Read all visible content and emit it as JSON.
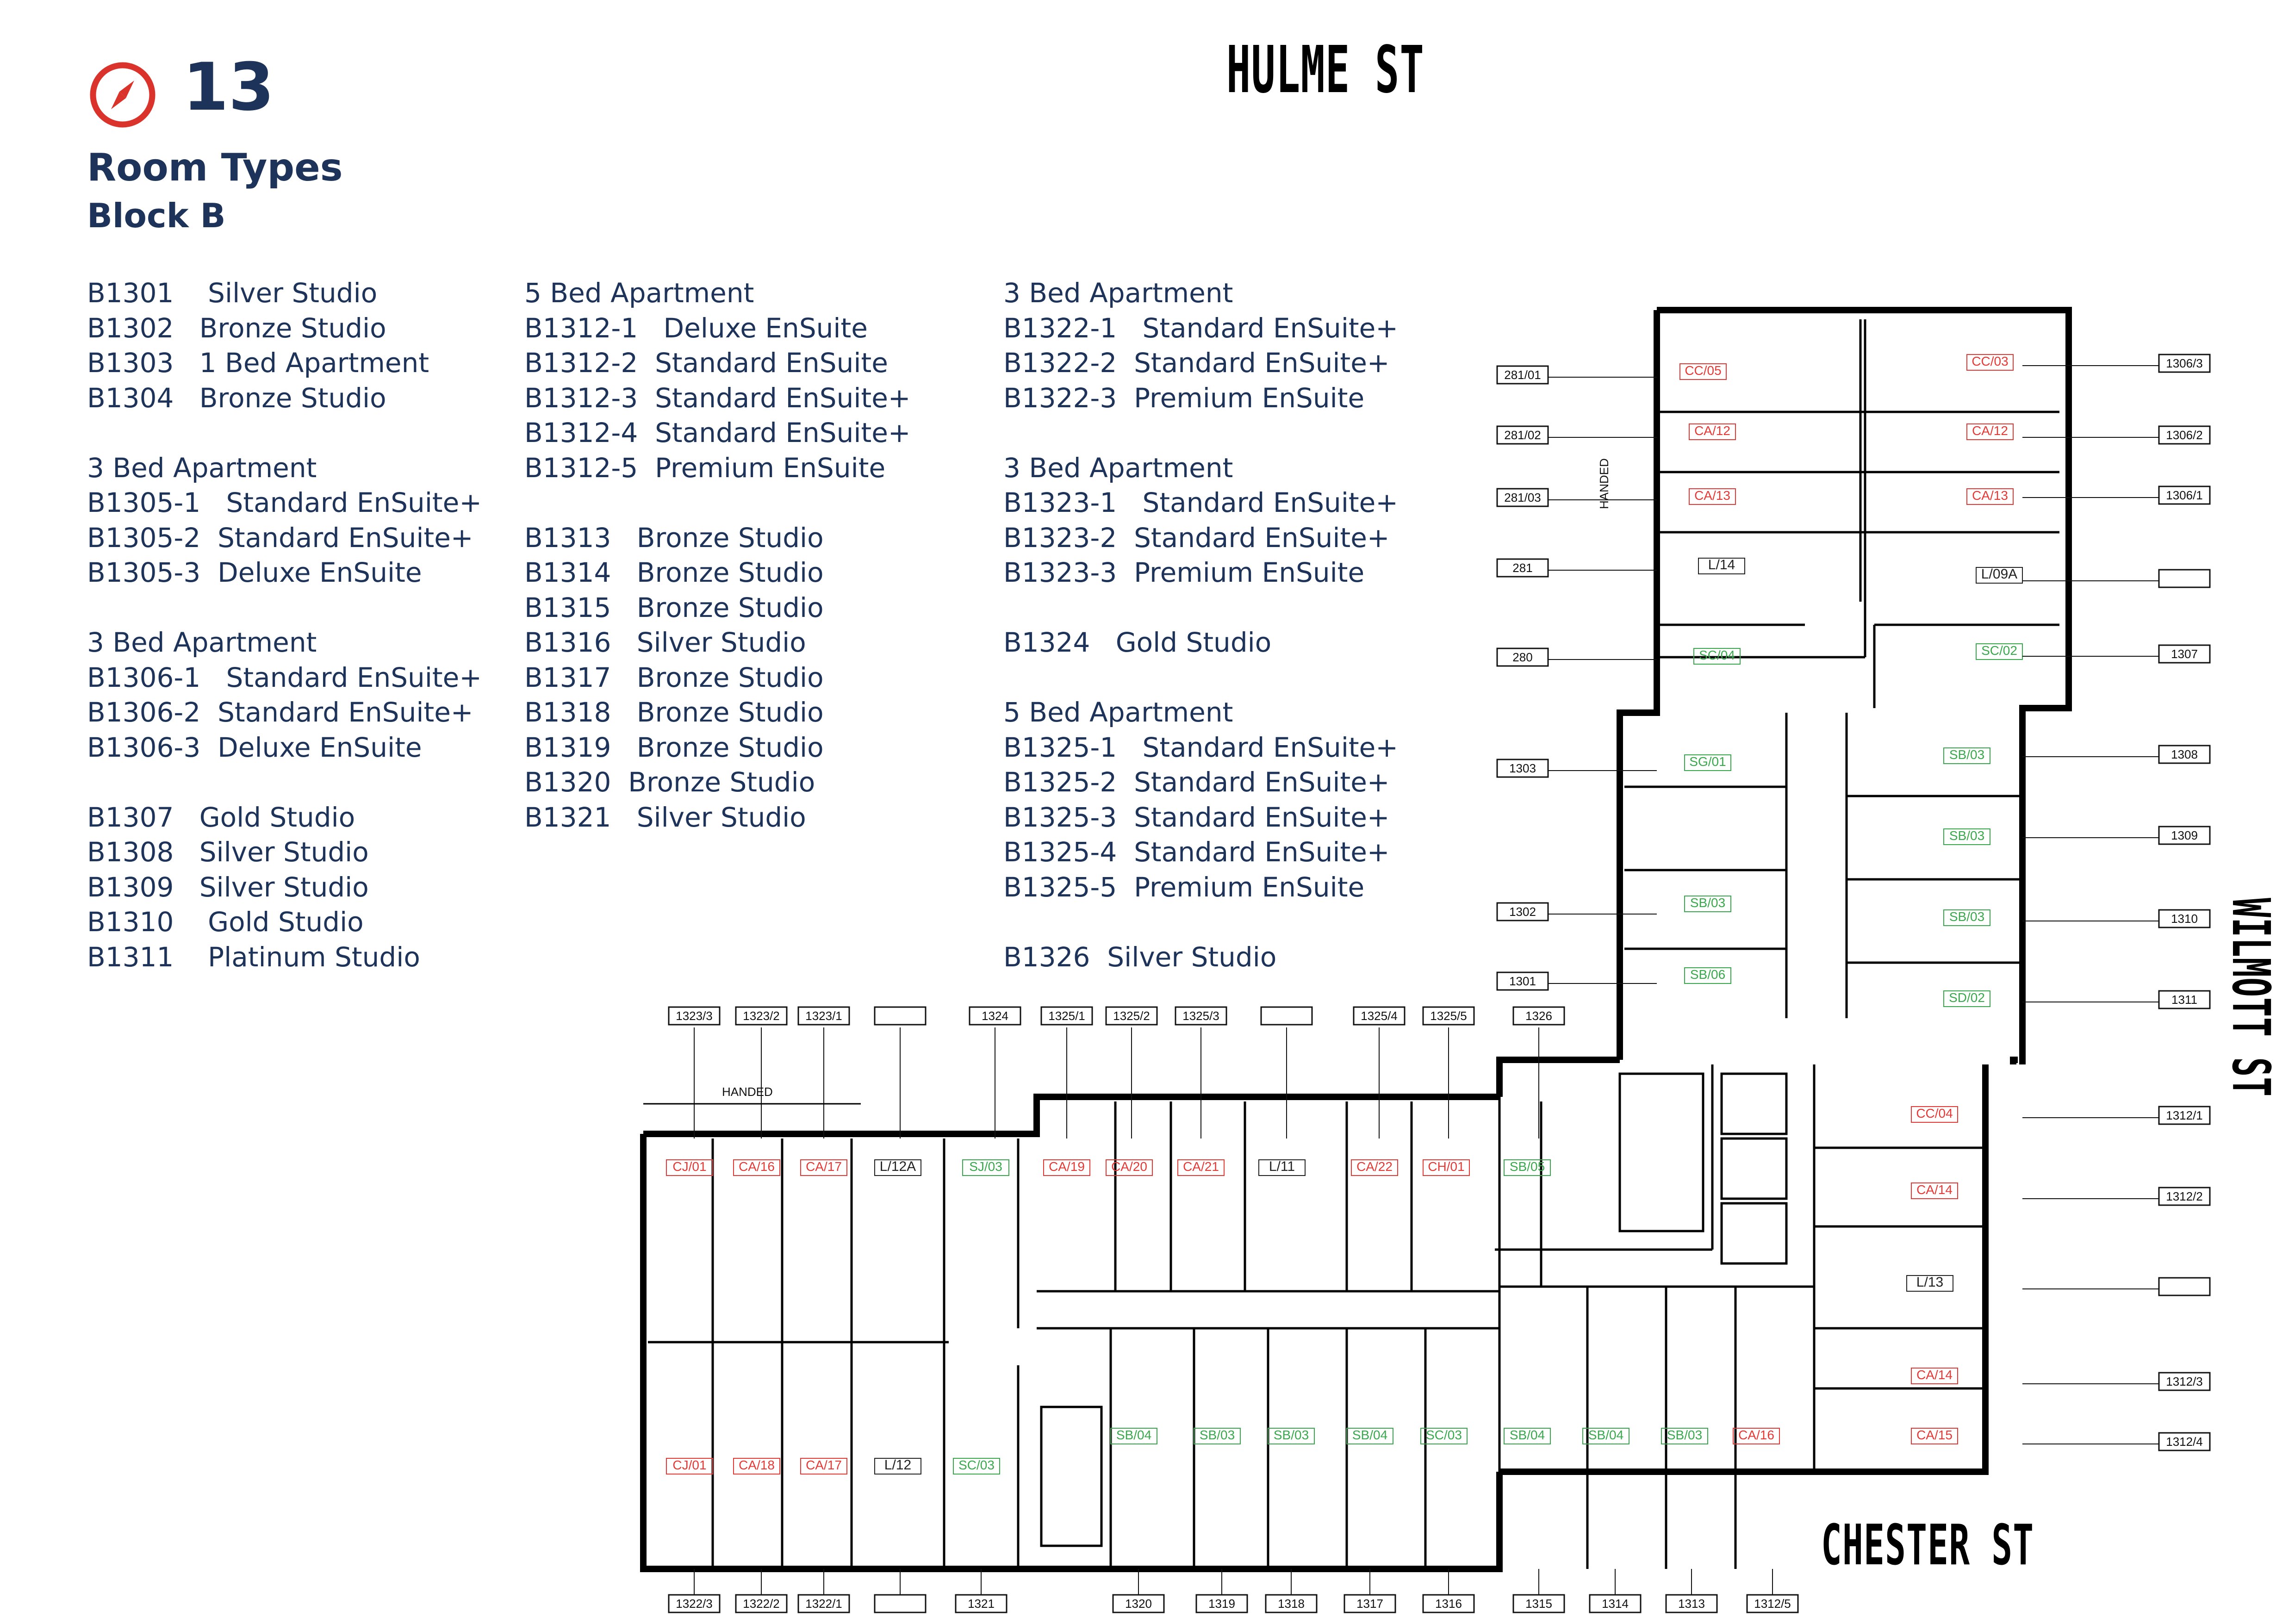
{
  "header": {
    "floor_number": "13",
    "title": "Room Types",
    "subtitle": "Block B",
    "brand_color": "#1e3359",
    "compass_color": "#d9332b"
  },
  "room_list": {
    "column1": [
      "B1301    Silver Studio",
      "B1302   Bronze Studio",
      "B1303   1 Bed Apartment",
      "B1304   Bronze Studio",
      "",
      "3 Bed Apartment",
      "B1305-1   Standard EnSuite+",
      "B1305-2  Standard EnSuite+",
      "B1305-3  Deluxe EnSuite",
      "",
      "3 Bed Apartment",
      "B1306-1   Standard EnSuite+",
      "B1306-2  Standard EnSuite+",
      "B1306-3  Deluxe EnSuite",
      "",
      "B1307   Gold Studio",
      "B1308   Silver Studio",
      "B1309   Silver Studio",
      "B1310    Gold Studio",
      "B1311    Platinum Studio"
    ],
    "column2": [
      "5 Bed Apartment",
      "B1312-1   Deluxe EnSuite",
      "B1312-2  Standard EnSuite",
      "B1312-3  Standard EnSuite+",
      "B1312-4  Standard EnSuite+",
      "B1312-5  Premium EnSuite",
      "",
      "B1313   Bronze Studio",
      "B1314   Bronze Studio",
      "B1315   Bronze Studio",
      "B1316   Silver Studio",
      "B1317   Bronze Studio",
      "B1318   Bronze Studio",
      "B1319   Bronze Studio",
      "B1320  Bronze Studio",
      "B1321   Silver Studio"
    ],
    "column3": [
      "3 Bed Apartment",
      "B1322-1   Standard EnSuite+",
      "B1322-2  Standard EnSuite+",
      "B1322-3  Premium EnSuite",
      "",
      "3 Bed Apartment",
      "B1323-1   Standard EnSuite+",
      "B1323-2  Standard EnSuite+",
      "B1323-3  Premium EnSuite",
      "",
      "B1324   Gold Studio",
      "",
      "5 Bed Apartment",
      "B1325-1   Standard EnSuite+",
      "B1325-2  Standard EnSuite+",
      "B1325-3  Standard EnSuite+",
      "B1325-4  Standard EnSuite+",
      "B1325-5  Premium EnSuite",
      "",
      "B1326  Silver Studio"
    ]
  },
  "streets": {
    "north": "HULME ST",
    "south": "CHESTER ST",
    "east": "WILMOTT ST"
  },
  "plan": {
    "handed_label": "HANDED",
    "tag_colors": {
      "red": "#e53935",
      "green": "#3aa84d",
      "black": "#222222"
    },
    "room_tags": [
      "CC/05",
      "CC/03",
      "CA/12",
      "CA/12",
      "CA/13",
      "CA/13",
      "L/14",
      "L/09A",
      "SC/04",
      "SC/02",
      "SG/01",
      "SB/03",
      "SB/03",
      "SB/03",
      "SB/03",
      "SB/06",
      "SD/02",
      "CC/04",
      "CA/14",
      "L/13",
      "CA/14",
      "CA/15",
      "CJ/01",
      "CA/16",
      "CA/17",
      "L/12A",
      "SJ/03",
      "CA/19",
      "CA/20",
      "CA/21",
      "L/11",
      "CA/22",
      "CH/01",
      "SB/05",
      "CJ/01",
      "CA/18",
      "CA/17",
      "L/12",
      "SC/03",
      "SB/04",
      "SB/03",
      "SB/03",
      "SB/04",
      "SC/03",
      "SB/04",
      "SB/04",
      "SB/03",
      "CA/16"
    ],
    "top_room_numbers": [
      "1323/3",
      "1323/2",
      "1323/1",
      "",
      "1324",
      "1325/1",
      "1325/2",
      "1325/3",
      "",
      "1325/4",
      "1325/5",
      "1326"
    ],
    "bottom_room_numbers": [
      "1322/3",
      "1322/2",
      "1322/1",
      "",
      "1321",
      "1320",
      "1319",
      "1318",
      "1317",
      "1316",
      "1315",
      "1314",
      "1313",
      "1312/5"
    ],
    "right_room_numbers": [
      "1306/3",
      "1306/2",
      "1306/1",
      "",
      "1307",
      "1308",
      "1309",
      "1310",
      "1311",
      "1312/1",
      "1312/2",
      "",
      "1312/3",
      "1312/4"
    ],
    "left_room_numbers": [
      "281/01",
      "281/02",
      "281/03",
      "281",
      "280",
      "1303",
      "1302",
      "1301"
    ]
  }
}
